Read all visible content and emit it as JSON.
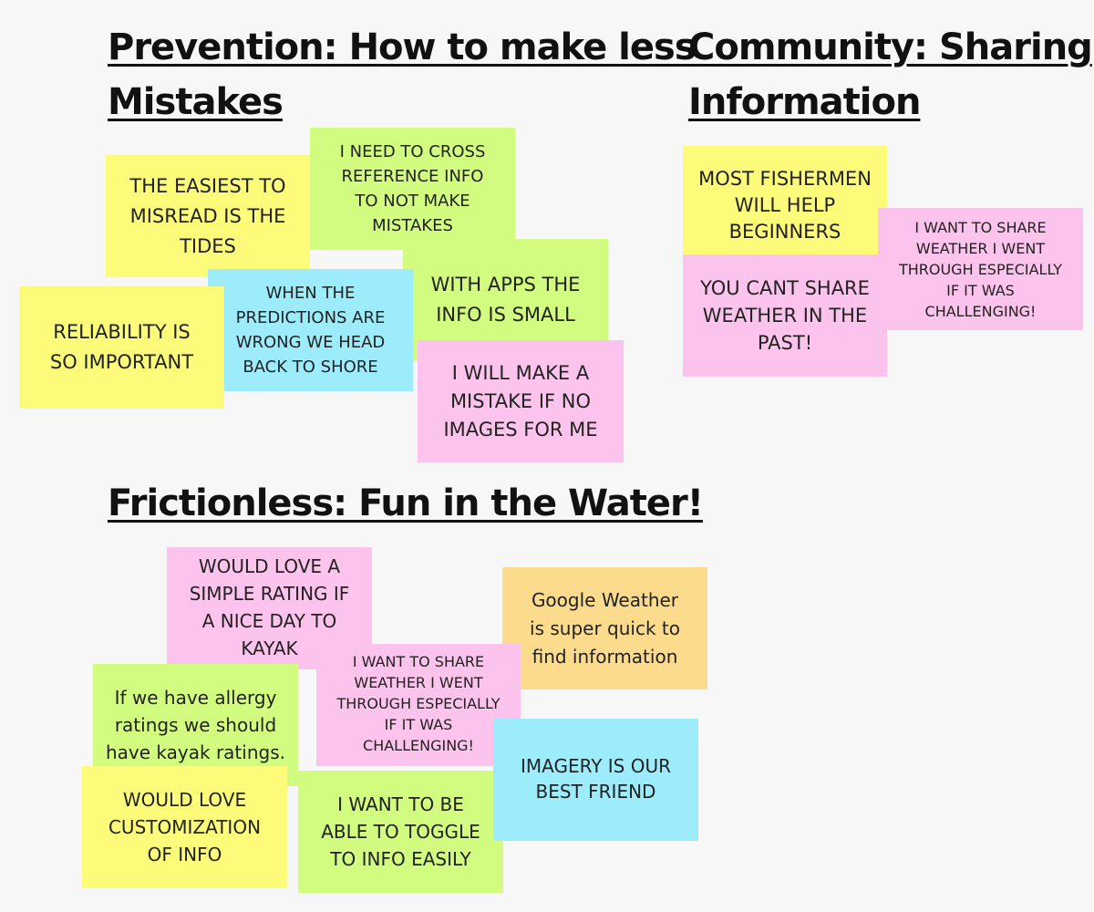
{
  "colors": {
    "yellow": "#fcfc7a",
    "green": "#d2fc80",
    "blue": "#9cecfc",
    "pink": "#fcc4ec",
    "orange": "#fcdc8c"
  },
  "sections": {
    "prevention": {
      "title_line1": "Prevention: How to make less",
      "title_line2": "Mistakes"
    },
    "community": {
      "title_line1": "Community: Sharing",
      "title_line2": "Information"
    },
    "frictionless": {
      "title_line1": "Frictionless: Fun in the Water!"
    }
  },
  "notes": {
    "prevention": [
      {
        "color": "yellow",
        "text": "THE EASIEST TO\nMISREAD IS THE\nTIDES"
      },
      {
        "color": "green",
        "text": "I NEED TO CROSS\nREFERENCE INFO\nTO NOT MAKE\nMISTAKES"
      },
      {
        "color": "green",
        "text": "WITH APPS THE\nINFO IS SMALL"
      },
      {
        "color": "blue",
        "text": "WHEN THE\nPREDICTIONS ARE\nWRONG WE HEAD\nBACK TO SHORE"
      },
      {
        "color": "yellow",
        "text": "RELIABILITY IS\nSO IMPORTANT"
      },
      {
        "color": "pink",
        "text": "I WILL MAKE A\nMISTAKE IF NO\nIMAGES FOR ME"
      }
    ],
    "community": [
      {
        "color": "yellow",
        "text": "MOST FISHERMEN\nWILL HELP\nBEGINNERS"
      },
      {
        "color": "pink",
        "text": "YOU CANT SHARE\nWEATHER IN THE\nPAST!"
      },
      {
        "color": "pink",
        "text": "I WANT TO SHARE\nWEATHER I WENT\nTHROUGH ESPECIALLY\nIF IT WAS\nCHALLENGING!"
      }
    ],
    "frictionless": [
      {
        "color": "pink",
        "text": "WOULD LOVE A\nSIMPLE RATING IF\nA NICE DAY TO\nKAYAK"
      },
      {
        "color": "orange",
        "text": "Google Weather\nis super quick to\nfind information"
      },
      {
        "color": "green",
        "text": "If we have allergy\nratings we should\nhave kayak ratings."
      },
      {
        "color": "pink",
        "text": "I WANT TO SHARE\nWEATHER I WENT\nTHROUGH ESPECIALLY\nIF IT WAS\nCHALLENGING!"
      },
      {
        "color": "yellow",
        "text": "WOULD LOVE\nCUSTOMIZATION\nOF INFO"
      },
      {
        "color": "green",
        "text": "I WANT TO BE\nABLE TO TOGGLE\nTO INFO EASILY"
      },
      {
        "color": "blue",
        "text": "IMAGERY IS OUR\nBEST FRIEND"
      }
    ]
  }
}
